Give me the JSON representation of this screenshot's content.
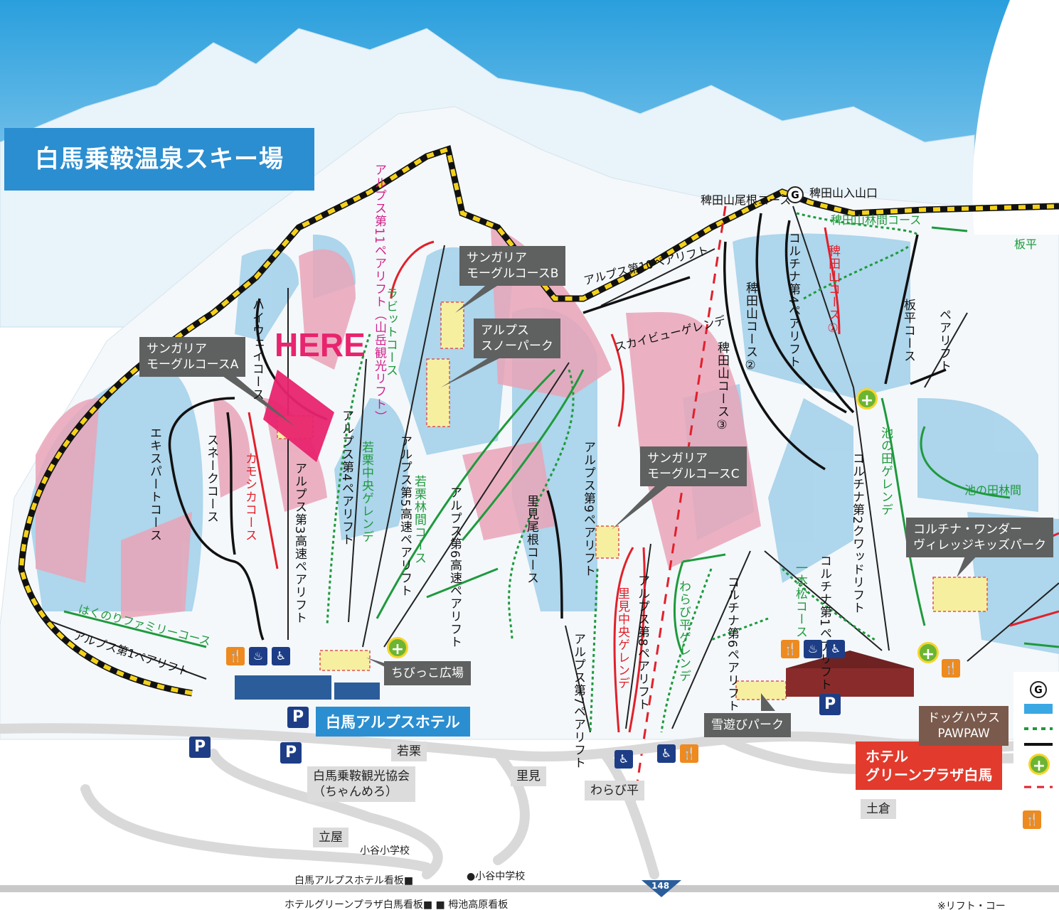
{
  "title": "白馬乗鞍温泉スキー場",
  "here_label": "HERE",
  "callouts": {
    "mogul_a": [
      "サンガリア",
      "モーグルコースA"
    ],
    "mogul_b": [
      "サンガリア",
      "モーグルコースB"
    ],
    "mogul_c": [
      "サンガリア",
      "モーグルコースC"
    ],
    "snowpark": [
      "アルプス",
      "スノーパーク"
    ],
    "kids_park": [
      "コルチナ・ワンダー",
      "ヴィレッジキッズパーク"
    ],
    "chibikko": "ちびっこ広場",
    "yuki_park": "雪遊びパーク"
  },
  "courses_black": [
    "エキスパートコース",
    "スネークコース",
    "ハイウェイコース",
    "里見尾根コース",
    "稗田山尾根コース",
    "稗田山コース②",
    "稗田山コース③",
    "板平コース"
  ],
  "courses_red": [
    "カモシカコース",
    "里見中央ゲレンデ",
    "稗田山コース①"
  ],
  "courses_green": [
    "ラビットコース",
    "若栗中央ゲレンデ",
    "若栗林間コース",
    "はくのりファミリーコース",
    "池の田ゲレンデ",
    "わらび平ゲレンデ",
    "一本松コース",
    "稗田山林間コース",
    "池の田林間",
    "スカイビューゲレンデ",
    "板平"
  ],
  "lifts": [
    "アルプス第1ペアリフト",
    "アルプス第3高速ペアリフト",
    "アルプス第4ペアリフト",
    "アルプス第5高速ペアリフト",
    "アルプス第6高速ペアリフト",
    "アルプス第7ペアリフト",
    "アルプス第8ペアリフト",
    "アルプス第9ペアリフト",
    "アルプス第10ペアリフト",
    "アルプス第11ペアリフト（山岳観光リフト）",
    "コルチナ第4ペアリフト",
    "コルチナ第2クワッドリフト",
    "コルチナ第6ペアリフト",
    "コルチナ第1ペアリフト",
    "ペアリフト"
  ],
  "places": {
    "hieda_entrance": "稗田山入山口",
    "hotel_alps": "白馬アルプスホテル",
    "hotel_green": [
      "ホテル",
      "グリーンプラザ白馬"
    ],
    "dog_house": [
      "ドッグハウス",
      "PAWPAW"
    ],
    "tourism_assoc": [
      "白馬乗鞍観光協会",
      "（ちゃんめろ）"
    ],
    "wakaguri": "若栗",
    "satomi": "里見",
    "warabidaira": "わらび平",
    "tokura": "土倉",
    "tateya": "立屋",
    "otari_elem": "小谷小学校",
    "otari_jh": "●小谷中学校",
    "sign_alps": "白馬アルプスホテル看板■",
    "sign_green": "ホテルグリーンプラザ白馬看板■ ■ 栂池高原看板",
    "route": "148",
    "note": "※リフト・コー"
  },
  "icons": {
    "parking": "P",
    "restaurant": "🍴",
    "onsen": "♨",
    "toilet": "♿",
    "rest_house": "+",
    "gondola_start": "G"
  },
  "colors": {
    "sky": "#2a9fdd",
    "title_bg": "#2b8ed0",
    "course_blue": "#a6d2ea",
    "course_pink": "#e9a4b8",
    "course_green": "#1e9a3c",
    "course_red": "#e2202a",
    "boundary": "#f4d21b",
    "here": "#e8246e"
  }
}
